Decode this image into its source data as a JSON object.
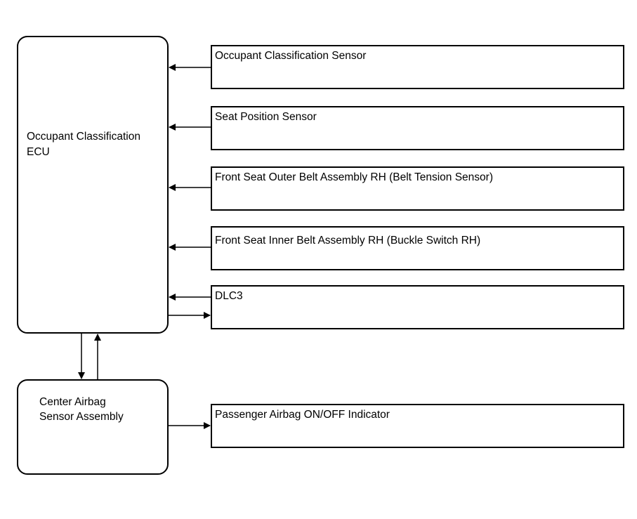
{
  "ecu": {
    "line1": "Occupant Classification",
    "line2": "ECU"
  },
  "airbag_assembly": {
    "line1": "Center Airbag",
    "line2": "Sensor Assembly"
  },
  "inputs": [
    "Occupant Classification Sensor",
    "Seat Position Sensor",
    "Front Seat Outer Belt Assembly RH (Belt Tension Sensor)",
    "Front Seat Inner Belt Assembly RH (Buckle Switch RH)",
    "DLC3"
  ],
  "indicator": "Passenger Airbag ON/OFF Indicator"
}
